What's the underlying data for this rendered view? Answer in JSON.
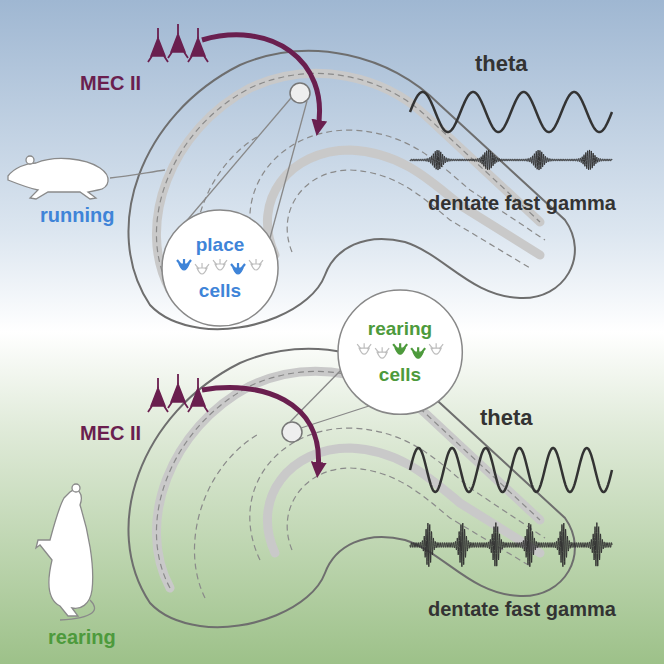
{
  "diagram": {
    "nodes": [
      {
        "text": [
          "place cells"
        ]
      },
      {
        "text": [
          "rearing cells"
        ]
      }
    ],
    "labels": [
      "MEC II",
      "running",
      "theta",
      "dentate fast gamma",
      "MEC II",
      "rearing",
      "theta",
      "dentate fast gamma"
    ]
  }
}
